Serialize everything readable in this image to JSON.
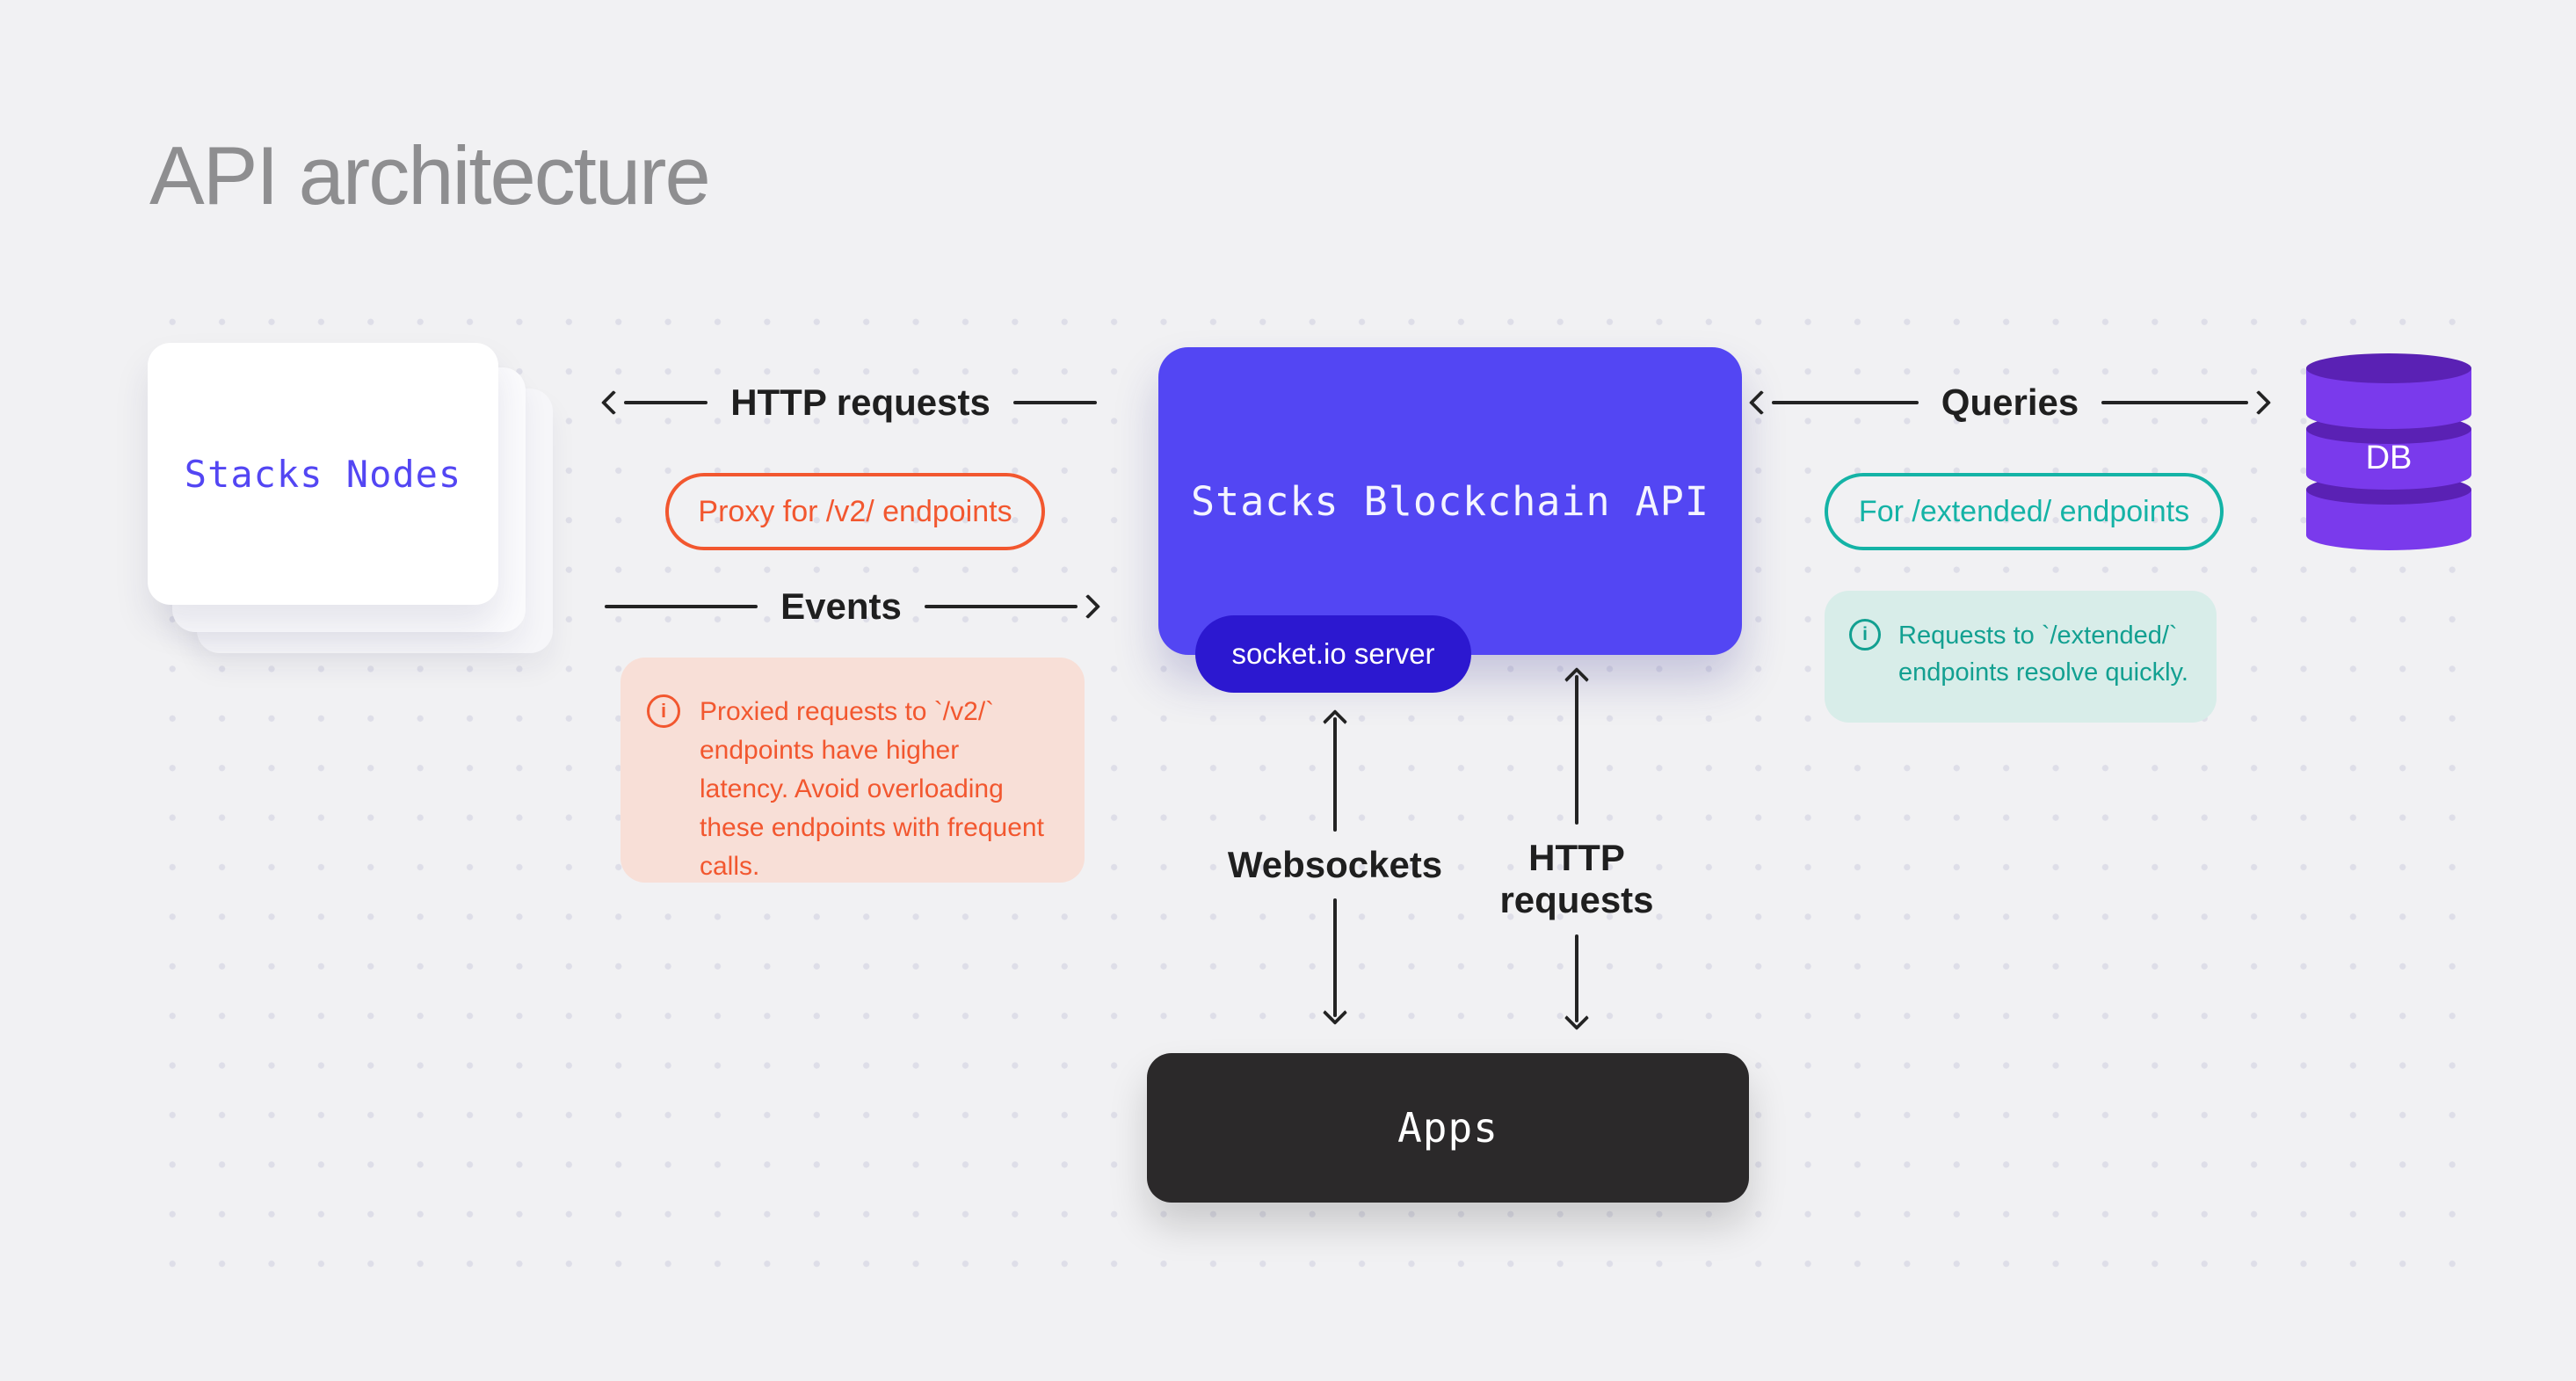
{
  "title": "API architecture",
  "colors": {
    "bg": "#F1F1F3",
    "dot": "#DEDEE8",
    "titleColor": "#8E8E90",
    "ink": "#232323",
    "purple": "#5346F3",
    "badgeBlue": "#2C18D0",
    "orange": "#F2572F",
    "orangeSoft": "#F8DFD7",
    "teal": "#14B3A6",
    "tealInk": "#12A091",
    "tealSoft": "#D8EDE9",
    "dark": "#2B292A",
    "dbLight": "#7A3AEC",
    "dbDark": "#5A21B4",
    "cardWhite": "#FFFFFF",
    "textOnDark": "#FFFFFF"
  },
  "nodes": {
    "stacks_nodes": {
      "label": "Stacks Nodes"
    },
    "api": {
      "label": "Stacks Blockchain API",
      "badge": "socket.io server"
    },
    "db": {
      "label": "DB"
    },
    "apps": {
      "label": "Apps"
    }
  },
  "edges": {
    "http_requests": {
      "label": "HTTP requests"
    },
    "events": {
      "label": "Events"
    },
    "queries": {
      "label": "Queries"
    },
    "websockets": {
      "label": "Websockets"
    },
    "http_requests_vertical": {
      "label": "HTTP requests"
    }
  },
  "pills": {
    "proxy": {
      "label": "Proxy for /v2/ endpoints"
    },
    "extended": {
      "label": "For /extended/ endpoints"
    }
  },
  "notes": {
    "v2": {
      "icon": "i",
      "text": "Proxied requests to `/v2/` endpoints have higher latency. Avoid overloading these endpoints with frequent calls."
    },
    "extended": {
      "icon": "i",
      "text": "Requests to `/extended/` endpoints resolve quickly."
    }
  }
}
